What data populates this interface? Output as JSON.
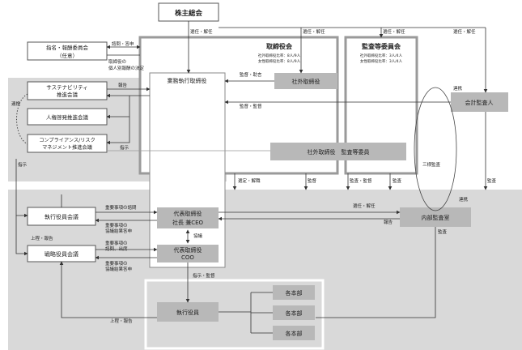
{
  "nodes": {
    "shareholders": "株主総会",
    "nomination": [
      "指名・報酬委員会",
      "（任意）"
    ],
    "board_title": "取締役会",
    "board_ratio": [
      "社外取締役比率：8人/9人",
      "女性取締役比率：8人/9人"
    ],
    "audit_committee_title": "監査等委員会",
    "audit_ratio": [
      "社外取締役比率：3人/4人",
      "女性取締役比率：3人/4人"
    ],
    "outside_director": "社外取締役",
    "accounting_auditor": "会計監査人",
    "business_exec_director": "業務執行取締役",
    "sustainability": [
      "サステナビリティ",
      "推進会議"
    ],
    "human_rights": "人権啓発推進会議",
    "compliance": [
      "コンプライアンス/リスク",
      "マネジメント推進会議"
    ],
    "outside_audit_member": "社外取締役　監査等委員",
    "exec_officers_meeting": "執行役員会議",
    "strategy_meeting": "戦略役員会議",
    "ceo": [
      "代表取締役",
      "社長 兼CEO"
    ],
    "coo": [
      "代表取締役",
      "COO"
    ],
    "internal_audit": "内部監査室",
    "exec_officer": "執行役員",
    "dept1": "各本部",
    "dept2": "各本部",
    "dept3": "各本部"
  },
  "labels": {
    "elect_dismiss_1": "選任・解任",
    "elect_dismiss_2": "選任・解任",
    "elect_dismiss_3": "選任・解任",
    "elect_dismiss_4": "選任・解任",
    "consult_report": "諮問・答申",
    "director_candidates": [
      "取締役の",
      "個人別報酬の決定"
    ],
    "supervise_advise": "監督・助言",
    "supervise_audit_1": "監督・監督",
    "report_1": "報告",
    "collab_left": "連携",
    "instruct_1": "指示",
    "instruct_2": "指示",
    "selection": "選定・解職",
    "audit_1": "監督",
    "audit_supervise": "監査・監督",
    "audit_2": "監査",
    "audit_3": "監査",
    "audit_4": "監査",
    "sanyou_audit": "三様監査",
    "collab_right": "連携",
    "collab_right2": "連携",
    "elect_dismiss_5": "選任・解任",
    "report_2": "報告",
    "important_consult": "重要事項の諮問",
    "important_result": [
      "重要事項の",
      "協議結果答申"
    ],
    "discussion": "協議",
    "report_up": "上程・報告",
    "important_consult2": [
      "重要事項の",
      "諮問、出席"
    ],
    "important_result2": [
      "重要事項の",
      "協議結果答申"
    ],
    "instruct_supervise": "指示・監督",
    "report_up2": "上程・報告"
  }
}
